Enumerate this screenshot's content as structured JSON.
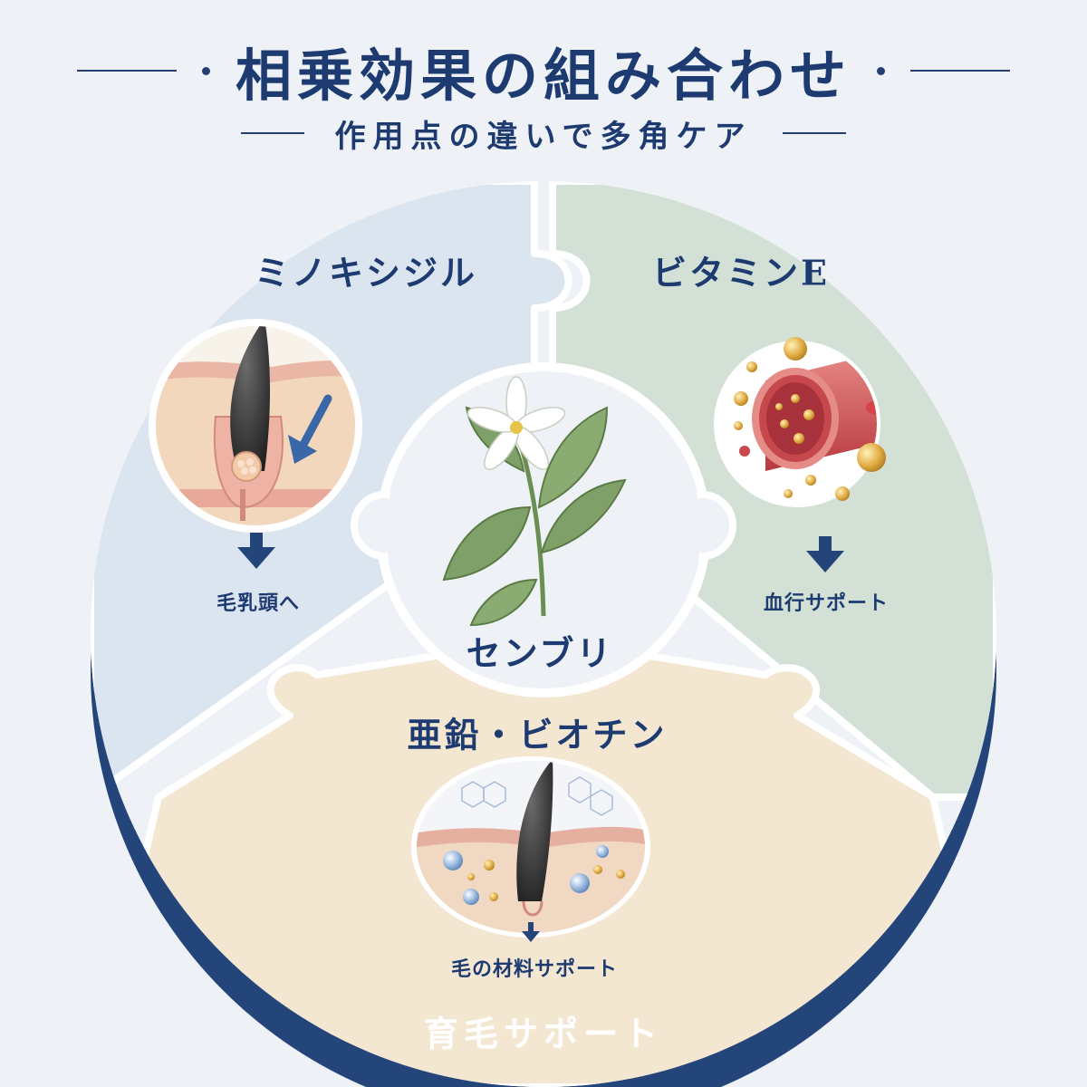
{
  "header": {
    "title": "相乗効果の組み合わせ",
    "subtitle": "作用点の違いで多角ケア"
  },
  "segments": {
    "minoxidil": {
      "name": "ミノキシジル",
      "effect": "毛乳頭へ",
      "icon": "hair-follicle-icon"
    },
    "vitamin_e": {
      "name": "ビタミンE",
      "effect": "血行サポート",
      "icon": "blood-vessel-icon"
    },
    "zinc_biotin": {
      "name": "亜鉛・ビオチン",
      "effect": "毛の材料サポート",
      "icon": "hair-nutrient-icon"
    },
    "center": {
      "name": "センブリ",
      "icon": "swertia-plant-icon"
    }
  },
  "footer": {
    "label": "育毛サポート"
  },
  "colors": {
    "navy": "#24457a",
    "blue_piece": "#dbe5f0",
    "green_piece": "#d3e0d6",
    "beige_piece": "#f4e7d2",
    "center_piece": "#eef2f7"
  }
}
